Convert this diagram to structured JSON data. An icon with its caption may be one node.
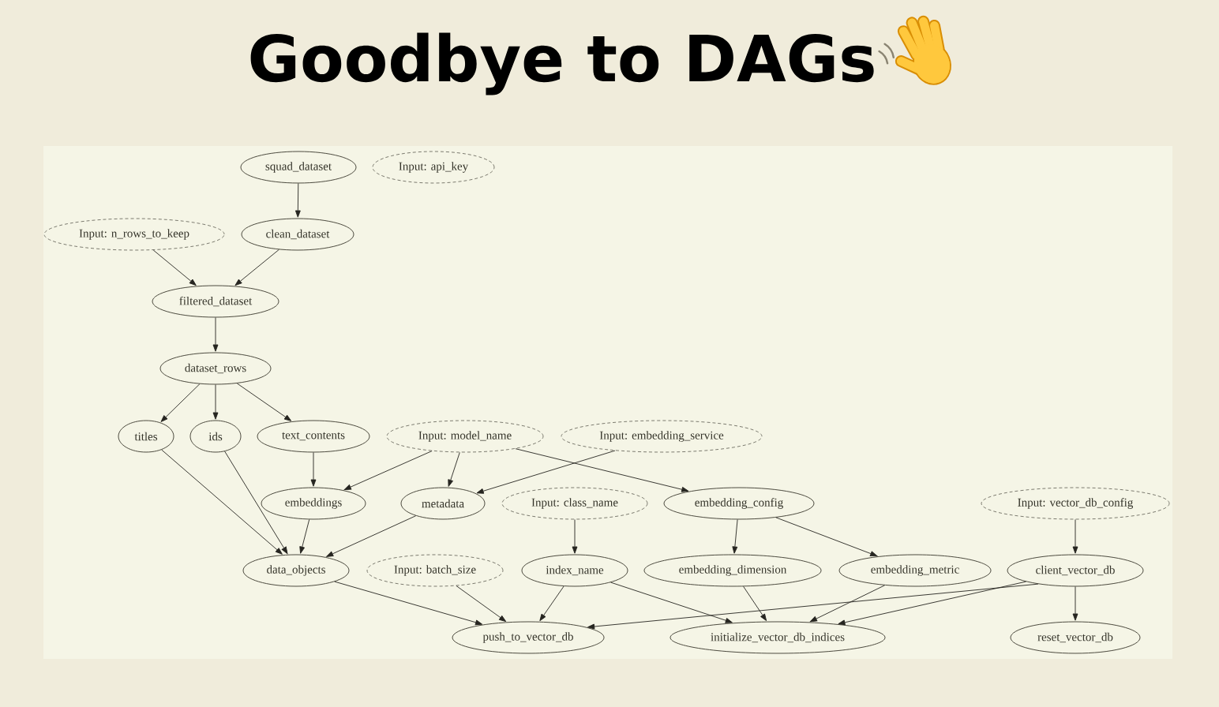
{
  "diagram": {
    "title": "Goodbye to DAGs",
    "nodes": [
      {
        "text": [
          "squad_dataset"
        ]
      },
      {
        "text": [
          "Input: api_key"
        ]
      },
      {
        "text": [
          "Input: n_rows_to_keep"
        ]
      },
      {
        "text": [
          "clean_dataset"
        ]
      },
      {
        "text": [
          "filtered_dataset"
        ]
      },
      {
        "text": [
          "dataset_rows"
        ]
      },
      {
        "text": [
          "titles"
        ]
      },
      {
        "text": [
          "ids"
        ]
      },
      {
        "text": [
          "text_contents"
        ]
      },
      {
        "text": [
          "Input: model_name"
        ]
      },
      {
        "text": [
          "Input: embedding_service"
        ]
      },
      {
        "text": [
          "embeddings"
        ]
      },
      {
        "text": [
          "metadata"
        ]
      },
      {
        "text": [
          "Input: class_name"
        ]
      },
      {
        "text": [
          "embedding_config"
        ]
      },
      {
        "text": [
          "Input: vector_db_config"
        ]
      },
      {
        "text": [
          "data_objects"
        ]
      },
      {
        "text": [
          "Input: batch_size"
        ]
      },
      {
        "text": [
          "index_name"
        ]
      },
      {
        "text": [
          "embedding_dimension"
        ]
      },
      {
        "text": [
          "embedding_metric"
        ]
      },
      {
        "text": [
          "client_vector_db"
        ]
      },
      {
        "text": [
          "push_to_vector_db"
        ]
      },
      {
        "text": [
          "initialize_vector_db_indices"
        ]
      },
      {
        "text": [
          "reset_vector_db"
        ]
      }
    ],
    "edges": [
      {
        "from": 0,
        "to": 3,
        "arrow": "to"
      },
      {
        "from": 2,
        "to": 4,
        "arrow": "to"
      },
      {
        "from": 3,
        "to": 4,
        "arrow": "to"
      },
      {
        "from": 4,
        "to": 5,
        "arrow": "to"
      },
      {
        "from": 5,
        "to": 6,
        "arrow": "to"
      },
      {
        "from": 5,
        "to": 7,
        "arrow": "to"
      },
      {
        "from": 5,
        "to": 8,
        "arrow": "to"
      },
      {
        "from": 8,
        "to": 11,
        "arrow": "to"
      },
      {
        "from": 9,
        "to": 11,
        "arrow": "to"
      },
      {
        "from": 9,
        "to": 12,
        "arrow": "to"
      },
      {
        "from": 9,
        "to": 14,
        "arrow": "to"
      },
      {
        "from": 10,
        "to": 12,
        "arrow": "to"
      },
      {
        "from": 6,
        "to": 16,
        "arrow": "to"
      },
      {
        "from": 7,
        "to": 16,
        "arrow": "to"
      },
      {
        "from": 11,
        "to": 16,
        "arrow": "to"
      },
      {
        "from": 12,
        "to": 16,
        "arrow": "to"
      },
      {
        "from": 13,
        "to": 18,
        "arrow": "to"
      },
      {
        "from": 14,
        "to": 19,
        "arrow": "to"
      },
      {
        "from": 14,
        "to": 20,
        "arrow": "to"
      },
      {
        "from": 15,
        "to": 21,
        "arrow": "to"
      },
      {
        "from": 16,
        "to": 22,
        "arrow": "to"
      },
      {
        "from": 17,
        "to": 22,
        "arrow": "to"
      },
      {
        "from": 18,
        "to": 22,
        "arrow": "to"
      },
      {
        "from": 21,
        "to": 22,
        "arrow": "to"
      },
      {
        "from": 18,
        "to": 23,
        "arrow": "to"
      },
      {
        "from": 19,
        "to": 23,
        "arrow": "to"
      },
      {
        "from": 20,
        "to": 23,
        "arrow": "to"
      },
      {
        "from": 21,
        "to": 23,
        "arrow": "to"
      },
      {
        "from": 21,
        "to": 24,
        "arrow": "to"
      }
    ]
  }
}
